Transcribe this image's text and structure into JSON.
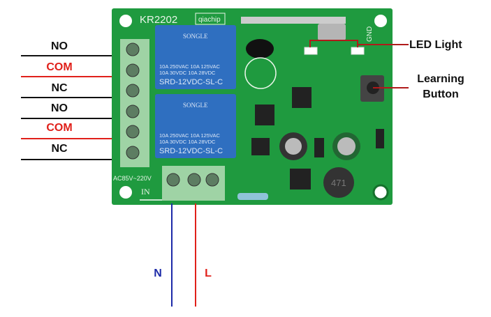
{
  "board": {
    "model": "KR2202",
    "brand": "qiachip",
    "relay_brand": "SONGLE",
    "relay_rating_1": "10A 250VAC  10A 125VAC",
    "relay_rating_2": "10A  30VDC  10A  28VDC",
    "relay_model": "SRD-12VDC-SL-C",
    "input_voltage": "AC85V~220V",
    "input_label": "IN",
    "inductor_marking": "471",
    "gnd_label": "GND"
  },
  "outputs": [
    {
      "label": "NO",
      "color": "#111111"
    },
    {
      "label": "COM",
      "color": "#e0201a"
    },
    {
      "label": "NC",
      "color": "#111111"
    },
    {
      "label": "NO",
      "color": "#111111"
    },
    {
      "label": "COM",
      "color": "#e0201a"
    },
    {
      "label": "NC",
      "color": "#111111"
    }
  ],
  "inputs": [
    {
      "label": "N",
      "color": "#1c2aa8"
    },
    {
      "label": "L",
      "color": "#e0201a"
    }
  ],
  "callouts": {
    "led": "LED Light",
    "learning_1": "Learning",
    "learning_2": "Button"
  },
  "colors": {
    "pcb": "#1f9a3f",
    "relay": "#2f6fc0",
    "terminal": "#9fd3a5"
  }
}
